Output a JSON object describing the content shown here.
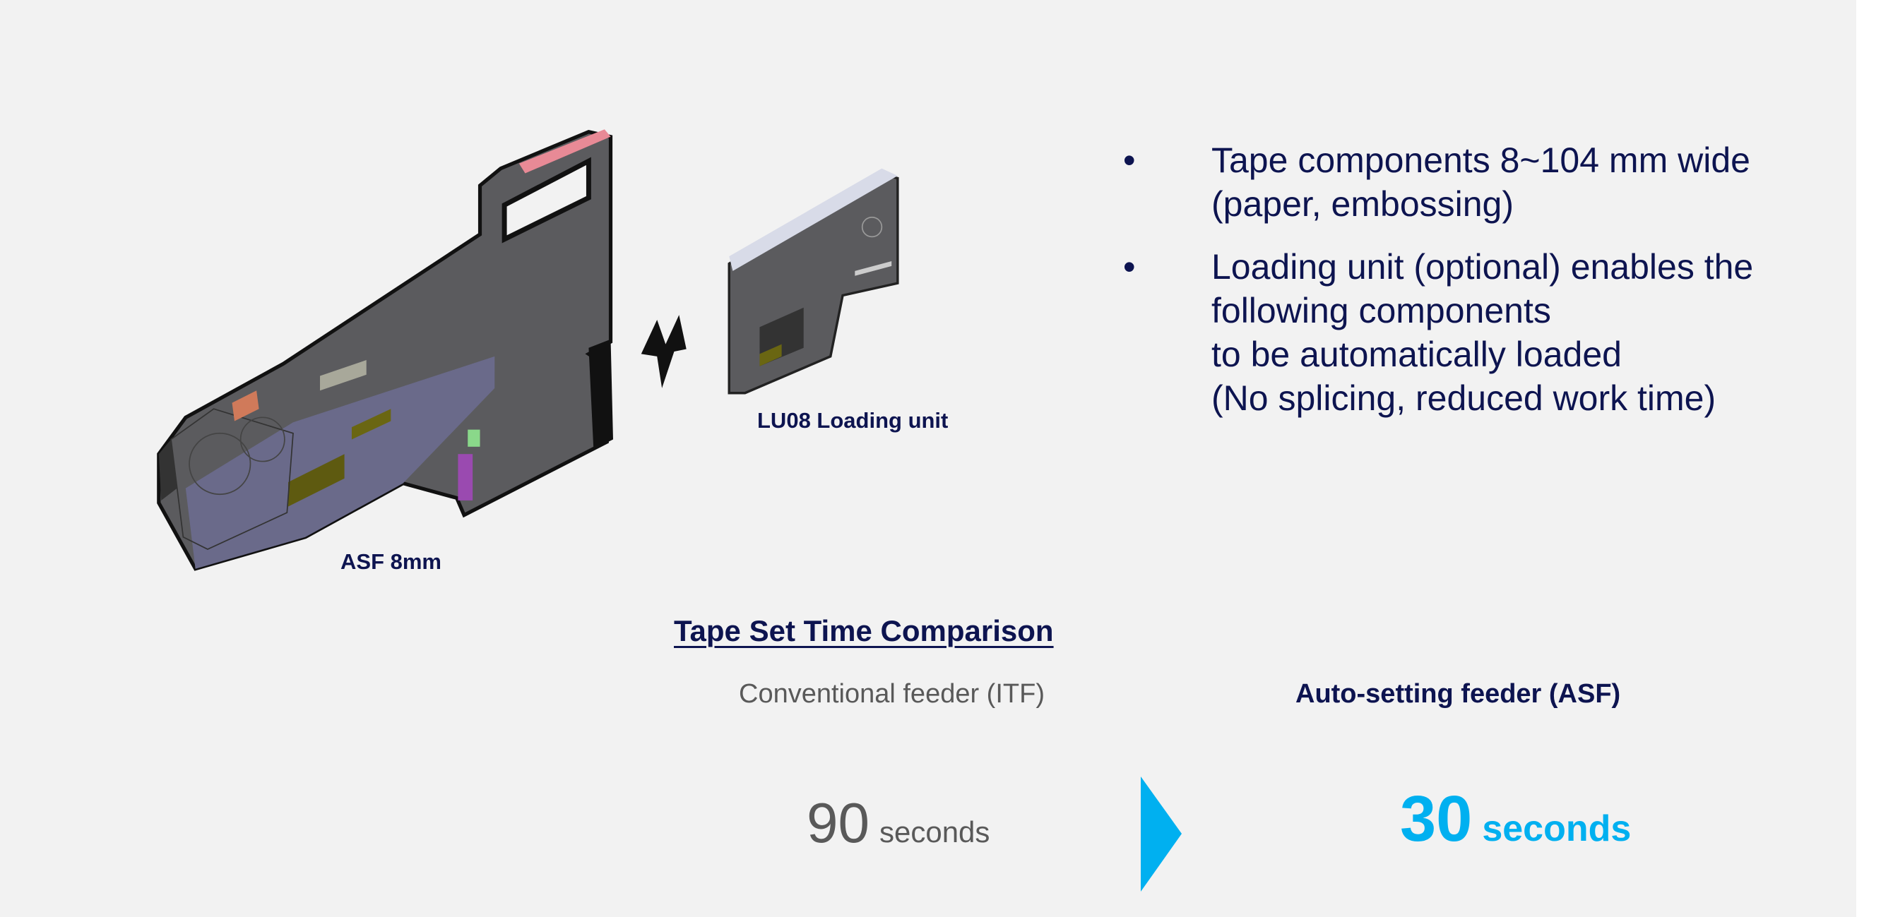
{
  "bullets": [
    {
      "lines": [
        "Tape components 8~104 mm wide",
        "(paper, embossing)"
      ]
    },
    {
      "lines": [
        "Loading unit (optional) enables the",
        "following components",
        "to be automatically loaded",
        "(No splicing, reduced work time)"
      ]
    }
  ],
  "bullet_symbol": "•",
  "figure": {
    "feeder_label": "ASF 8mm",
    "loading_unit_label": "LU08 Loading unit"
  },
  "comparison": {
    "title": "Tape Set Time Comparison",
    "conventional": {
      "label": "Conventional feeder (ITF)",
      "value": "90",
      "unit": "seconds"
    },
    "auto": {
      "label": "Auto-setting feeder (ASF)",
      "value": "30",
      "unit": "seconds"
    }
  },
  "colors": {
    "navy": "#0d1450",
    "accent": "#00b0f0",
    "grey": "#595959",
    "background": "#f2f2f2"
  }
}
